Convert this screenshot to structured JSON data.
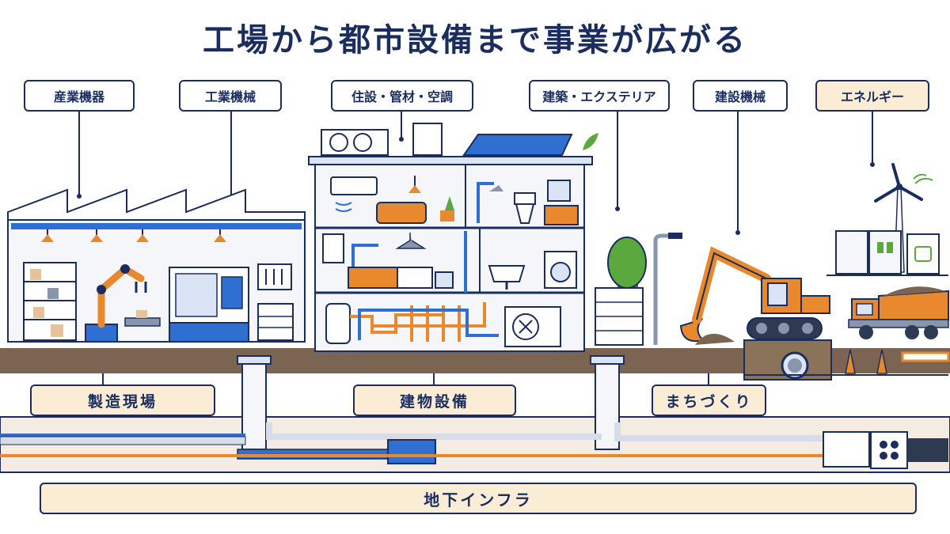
{
  "title": "工場から都市設備まで事業が広がる",
  "categories": [
    {
      "label": "産業機器"
    },
    {
      "label": "工業機械"
    },
    {
      "label": "住設・管材・空調"
    },
    {
      "label": "建築・エクステリア"
    },
    {
      "label": "建設機械"
    },
    {
      "label": "エネルギー"
    }
  ],
  "zones": [
    {
      "label": "製造現場"
    },
    {
      "label": "建物設備"
    },
    {
      "label": "まちづくり"
    },
    {
      "label": "地下インフラ"
    }
  ],
  "colors": {
    "navy": "#1a2d5e",
    "blue": "#2f6fd1",
    "orange": "#e9892e",
    "soil": "#7b6451",
    "cream": "#fbecd6",
    "green": "#5aa83e"
  }
}
